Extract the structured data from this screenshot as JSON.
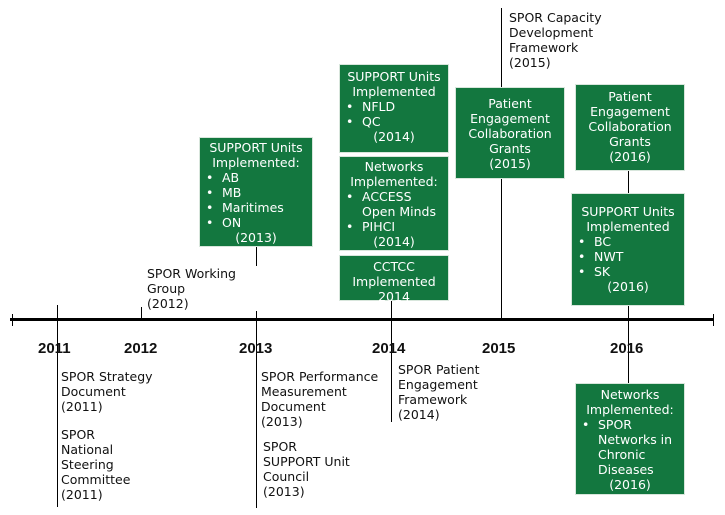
{
  "axis": {
    "years": [
      "2011",
      "2012",
      "2013",
      "2014",
      "2015",
      "2016"
    ]
  },
  "above": {
    "working_group": {
      "title": "SPOR Working Group",
      "year": "(2012)"
    },
    "support_units_2013": {
      "heading": "SUPPORT Units Implemented:",
      "items": [
        "AB",
        "MB",
        "Maritimes",
        "ON"
      ],
      "year": "(2013)"
    },
    "support_units_2014": {
      "heading": "SUPPORT Units Implemented",
      "items": [
        "NFLD",
        "QC"
      ],
      "year": "(2014)"
    },
    "networks_2014": {
      "heading": "Networks Implemented:",
      "items": [
        "ACCESS Open Minds",
        "PIHCI"
      ],
      "year": "(2014)"
    },
    "cctcc": {
      "heading": "CCTCC Implemented",
      "year": "2014"
    },
    "capacity_framework": {
      "title": "SPOR Capacity Development Framework",
      "year": "(2015)"
    },
    "pe_grants_2015": {
      "title": "Patient Engagement Collaboration Grants",
      "year": "(2015)"
    },
    "pe_grants_2016": {
      "title": "Patient Engagement Collaboration Grants",
      "year": "(2016)"
    },
    "support_units_2016": {
      "heading": "SUPPORT Units Implemented",
      "items": [
        "BC",
        "NWT",
        "SK"
      ],
      "year": "(2016)"
    }
  },
  "below": {
    "strategy_doc": {
      "title": "SPOR Strategy Document",
      "year": "(2011)"
    },
    "steering_committee": {
      "title": "SPOR National Steering Committee",
      "year": "(2011)"
    },
    "perf_measurement": {
      "title": "SPOR Performance Measurement Document",
      "year": "(2013)"
    },
    "support_council": {
      "title": "SPOR SUPPORT Unit Council",
      "year": "(2013)"
    },
    "pe_framework": {
      "title": "SPOR Patient Engagement Framework",
      "year": "(2014)"
    },
    "networks_2016": {
      "heading": "Networks Implemented:",
      "items": [
        "SPOR Networks in Chronic Diseases"
      ],
      "year": "(2016)"
    }
  },
  "colors": {
    "box_fill": "#13773f",
    "box_text": "#ffffff",
    "line": "#000000"
  }
}
